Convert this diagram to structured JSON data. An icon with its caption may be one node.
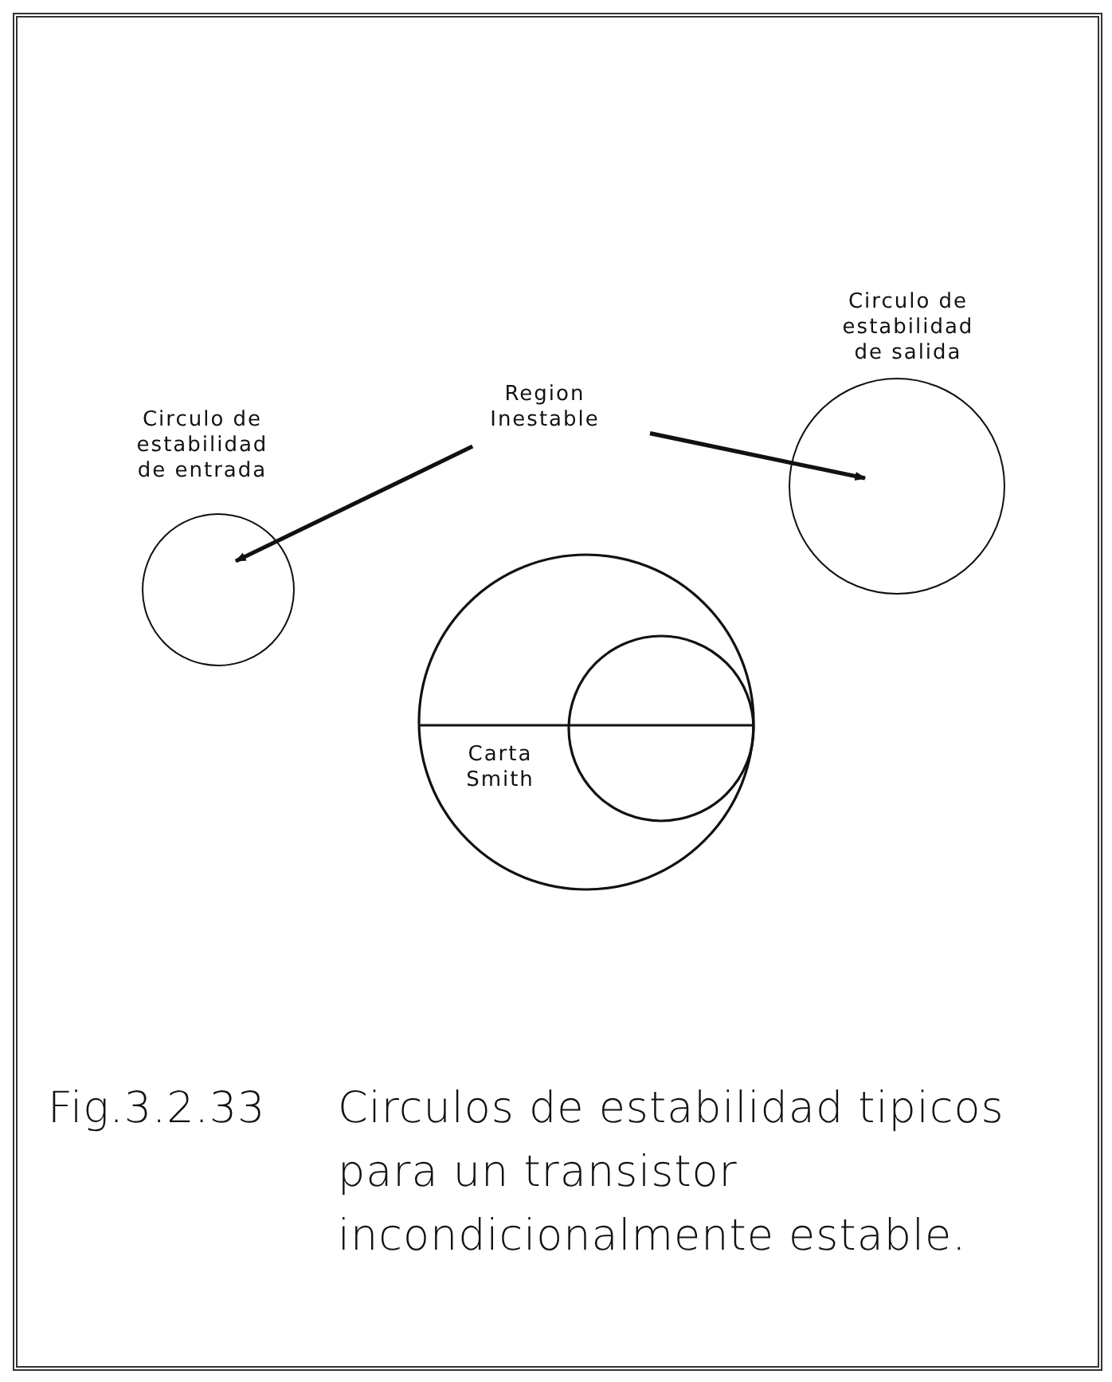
{
  "diagram": {
    "caption": "Fig.3.2.33 Circulos de estabilidad tipicos para un transistor incondicionalmente estable.",
    "nodes": [
      {
        "text": [],
        "shape": "circle",
        "beside": [
          "Circulo de estabilidad de entrada"
        ]
      },
      {
        "text": [
          "Region Inestable"
        ]
      },
      {
        "text": [],
        "shape": "circle",
        "beside": [
          "Circulo de estabilidad de salida"
        ]
      },
      {
        "text": [
          "Carta Smith"
        ]
      }
    ],
    "edges": [
      {
        "from": 1,
        "to": 0,
        "arrow": "to"
      },
      {
        "from": 1,
        "to": 2,
        "arrow": "to"
      }
    ]
  }
}
